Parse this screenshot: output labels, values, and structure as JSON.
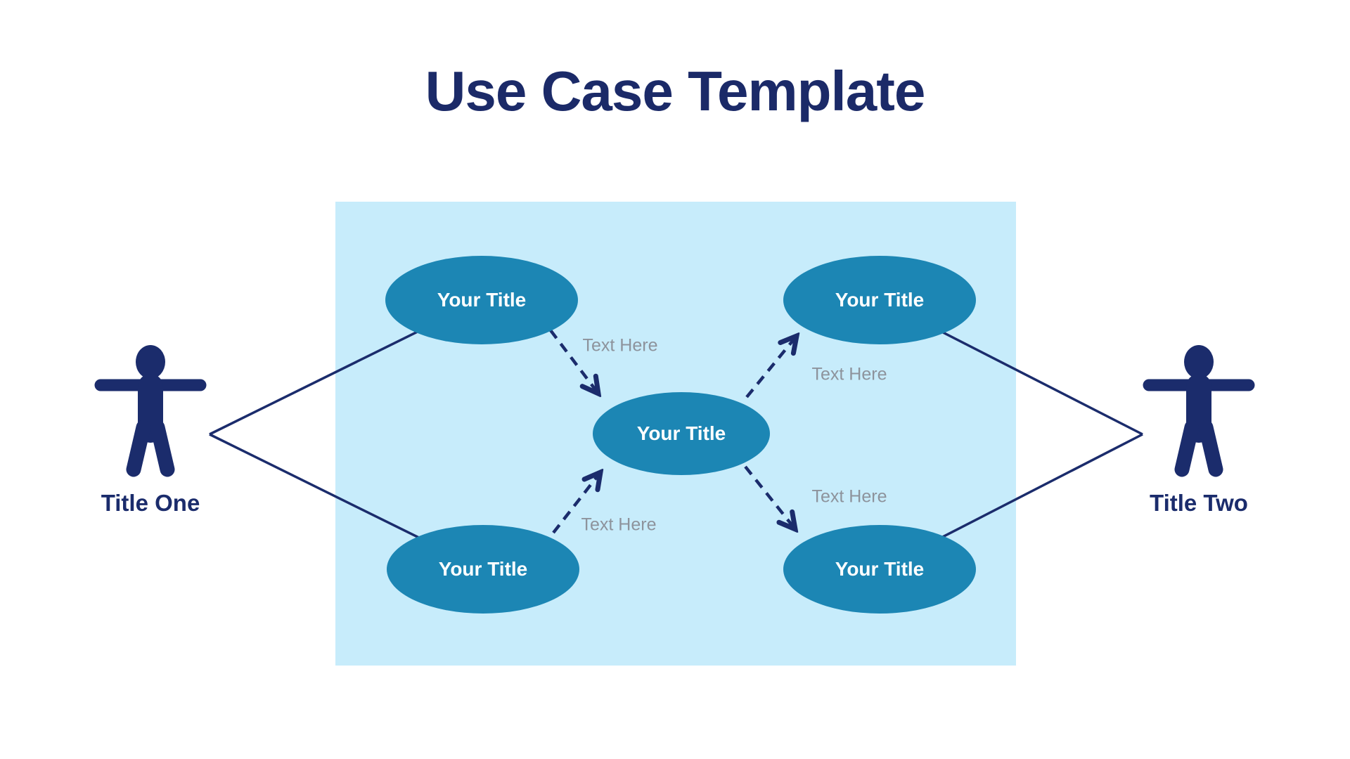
{
  "title": "Use Case Template",
  "colors": {
    "navy": "#1b2c6c",
    "title_navy": "#1b2a68",
    "node_fill": "#1c86b4",
    "node_text": "#ffffff",
    "panel_fill": "#c7ecfb",
    "edge_label_gray": "#8d939c",
    "background": "#ffffff"
  },
  "actors": [
    {
      "id": "actor-one",
      "side": "left",
      "label": "Title One"
    },
    {
      "id": "actor-two",
      "side": "right",
      "label": "Title Two"
    }
  ],
  "use_cases": [
    {
      "id": "top-left",
      "label": "Your Title"
    },
    {
      "id": "top-right",
      "label": "Your Title"
    },
    {
      "id": "center",
      "label": "Your Title"
    },
    {
      "id": "bottom-left",
      "label": "Your Title"
    },
    {
      "id": "bottom-right",
      "label": "Your Title"
    }
  ],
  "edge_labels": [
    {
      "id": "top-left-to-center",
      "label": "Text Here"
    },
    {
      "id": "center-to-top-right",
      "label": "Text Here"
    },
    {
      "id": "center-to-bottom-right",
      "label": "Text Here"
    },
    {
      "id": "bottom-left-to-center",
      "label": "Text Here"
    }
  ]
}
